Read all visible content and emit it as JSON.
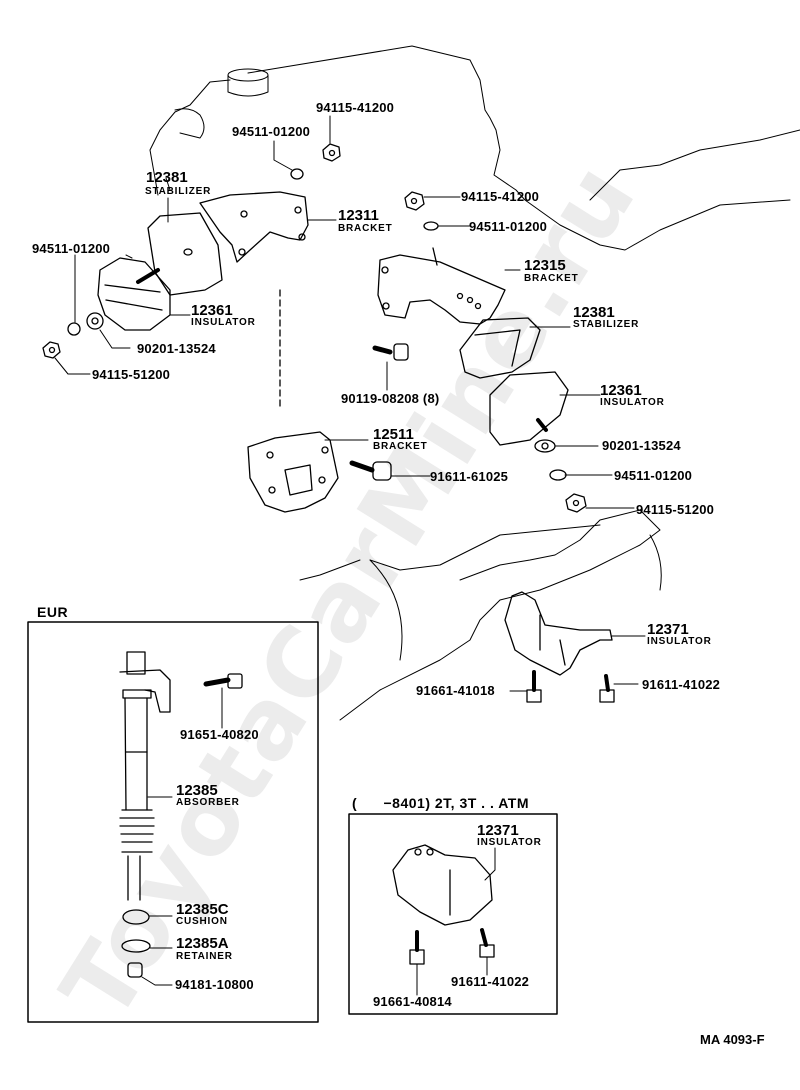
{
  "watermark": "ToyotaCarMine.ru",
  "diagram_code": "MA 4093-F",
  "labels": {
    "nut_top_a": "94115-41200",
    "washer_top_a": "94511-01200",
    "stab_left_pn": "12381",
    "stab_left_name": "STABILIZER",
    "bracket_left_pn": "12311",
    "bracket_left_name": "BRACKET",
    "washer_left": "94511-01200",
    "insul_left_pn": "12361",
    "insul_left_name": "INSULATOR",
    "plate_left": "90201-13524",
    "nut_left": "94115-51200",
    "nut_top_b": "94115-41200",
    "washer_top_b": "94511-01200",
    "bracket_right_pn": "12315",
    "bracket_right_name": "BRACKET",
    "stab_right_pn": "12381",
    "stab_right_name": "STABILIZER",
    "bolt_right": "90119-08208 (8)",
    "insul_right_pn": "12361",
    "insul_right_name": "INSULATOR",
    "plate_right": "90201-13524",
    "bracket_mid_pn": "12511",
    "bracket_mid_name": "BRACKET",
    "bolt_mid": "91611-61025",
    "washer_right": "94511-01200",
    "nut_right": "94115-51200",
    "rear_insul_pn": "12371",
    "rear_insul_name": "INSULATOR",
    "rear_bolt_a": "91661-41018",
    "rear_bolt_b": "91611-41022"
  },
  "eur_box": {
    "title": "EUR",
    "bolt": "91651-40820",
    "absorber_pn": "12385",
    "absorber_name": "ABSORBER",
    "cushion_pn": "12385C",
    "cushion_name": "CUSHION",
    "retainer_pn": "12385A",
    "retainer_name": "RETAINER",
    "nut": "94181-10800"
  },
  "atm_box": {
    "title": "(      −8401) 2T, 3T . . ATM",
    "insul_pn": "12371",
    "insul_name": "INSULATOR",
    "bolt_a": "91661-40814",
    "bolt_b": "91611-41022"
  }
}
